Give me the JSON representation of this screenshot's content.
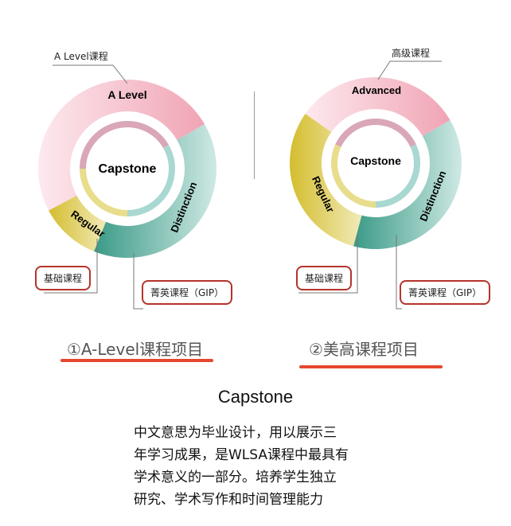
{
  "diagrams": [
    {
      "center": "Capstone",
      "segments": {
        "top": "A Level",
        "right": "Distinction",
        "left": "Regular"
      },
      "callouts": {
        "top": "A Level课程",
        "left": "基础课程",
        "right": "菁英课程（GIP）"
      },
      "title": "①A-Level课程项目"
    },
    {
      "center": "Capstone",
      "segments": {
        "top": "Advanced",
        "right": "Distinction",
        "left": "Regular"
      },
      "callouts": {
        "top": "高级课程",
        "left": "基础课程",
        "right": "菁英课程（GIP）"
      },
      "title": "②美高课程项目"
    }
  ],
  "description": {
    "heading": "Capstone",
    "lines": [
      "中文意思为毕业设计，用以展示三",
      "年学习成果，是WLSA课程中最具有",
      "学术意义的一部分。培养学生独立",
      "研究、学术写作和时间管理能力"
    ]
  },
  "colors": {
    "pink": "#f0a9b8",
    "teal": "#3e9f8c",
    "yellow": "#d8c23a",
    "accent": "#e5472f",
    "box": "#b5342b"
  }
}
